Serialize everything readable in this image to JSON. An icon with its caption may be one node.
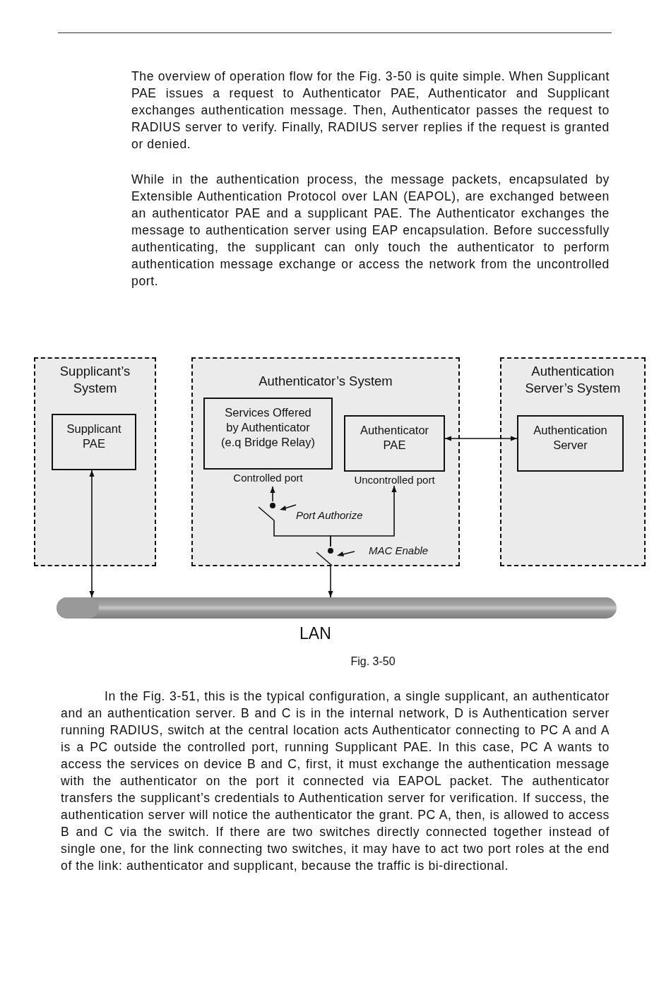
{
  "diagram": {
    "caption": "Fig. 3-50",
    "nodes": [
      {
        "text": [
          "Supplicant’s System"
        ]
      },
      {
        "text": [
          "Supplicant PAE"
        ],
        "in": 0
      },
      {
        "text": [
          "Authenticator’s System"
        ]
      },
      {
        "text": [
          "Services Offered by Authenticator (e.q Bridge Relay)"
        ],
        "in": 2,
        "beside": [
          "Controlled port"
        ]
      },
      {
        "text": [
          "Authenticator PAE"
        ],
        "in": 2,
        "beside": [
          "Uncontrolled port"
        ]
      },
      {
        "text": [
          "Authentication Server’s System"
        ]
      },
      {
        "text": [
          "Authentication Server"
        ],
        "in": 5
      },
      {
        "text": [
          "LAN"
        ]
      },
      {
        "text": [],
        "shape": "picture",
        "in": 2
      },
      {
        "text": [],
        "shape": "picture",
        "in": 2
      }
    ],
    "edges": [
      {
        "from": 1,
        "to": 7,
        "arrow": "both"
      },
      {
        "from": 4,
        "to": 6,
        "arrow": "both"
      },
      {
        "from": 8,
        "to": 3,
        "arrow": "to"
      },
      {
        "from": 9,
        "to": 8,
        "arrow": "none"
      },
      {
        "from": 9,
        "to": 4,
        "arrow": "to"
      },
      {
        "from": 9,
        "to": 7,
        "arrow": "to"
      }
    ],
    "labels": [
      "The overview of operation flow for the Fig. 3-50 is quite simple. When Supplicant PAE issues a request to Authenticator PAE, Authenticator and Supplicant exchanges authentication message. Then, Authenticator passes the request to RADIUS server to verify. Finally, RADIUS server replies if the request is granted or denied.",
      "While in the authentication process, the message packets, encapsulated by Extensible Authentication Protocol over LAN (EAPOL), are exchanged between an authenticator PAE and a supplicant PAE. The Authenticator exchanges the message to authentication server using EAP encapsulation. Before successfully authenticating, the supplicant can only touch the authenticator to perform authentication message exchange or access the network from the uncontrolled port.",
      "Port Authorize",
      "MAC Enable",
      "In the Fig. 3-51, this is the typical configuration, a single supplicant, an authenticator and an authentication server. B and C is in the internal network, D is Authentication server running RADIUS, switch at the central location acts Authenticator connecting to PC A and A is a PC outside the controlled port, running Supplicant PAE. In this case, PC A wants to access the services on device B and C, first, it must exchange the authentication message with the authenticator on the port it connected via EAPOL packet. The authenticator transfers the supplicant’s credentials to Authentication server for verification. If success, the authentication server will notice the authenticator the grant. PC A, then, is allowed to access B and C via the switch. If there are two switches directly connected together instead of single one, for the link connecting two switches, it may have to act two port roles at the end of the link: authenticator and supplicant, because the traffic is bi-directional."
    ]
  }
}
